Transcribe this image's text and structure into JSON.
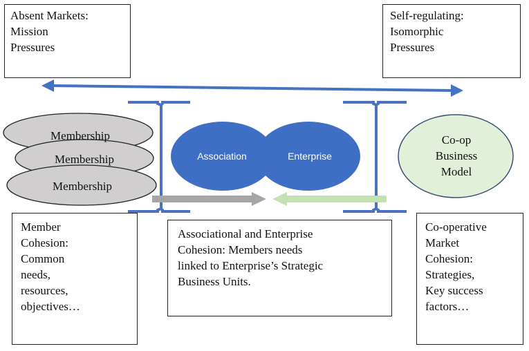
{
  "top_left": {
    "lines": [
      "Absent Markets:",
      "Mission",
      "Pressures"
    ]
  },
  "top_right": {
    "lines": [
      "Self-regulating:",
      "Isomorphic",
      "Pressures"
    ]
  },
  "membership_ellipses": [
    "Membership",
    "Membership",
    "Membership"
  ],
  "association_label": "Association",
  "enterprise_label": "Enterprise",
  "coop_model": {
    "lines": [
      "Co-op",
      "Business",
      "Model"
    ]
  },
  "bottom_left": {
    "lines": [
      "Member",
      "Cohesion:",
      "Common",
      "needs,",
      "resources,",
      "objectives…"
    ]
  },
  "bottom_center": {
    "lines": [
      "Associational and Enterprise",
      "Cohesion: Members needs",
      "linked to Enterprise’s Strategic",
      "Business Units."
    ]
  },
  "bottom_right": {
    "lines": [
      "Co-operative",
      "Market",
      "Cohesion:",
      "Strategies,",
      "Key success",
      "factors…"
    ]
  },
  "colors": {
    "blue_arrow": "#4472c4",
    "bracket": "#4a72c4",
    "ellipse_blue": "#3f6fc4",
    "membership_fill": "#d0cece",
    "coop_fill": "#e2efd9",
    "coop_border": "#3b4e7a",
    "grey_arrow": "#a6a6a6",
    "green_arrow": "#c5e0b3"
  }
}
